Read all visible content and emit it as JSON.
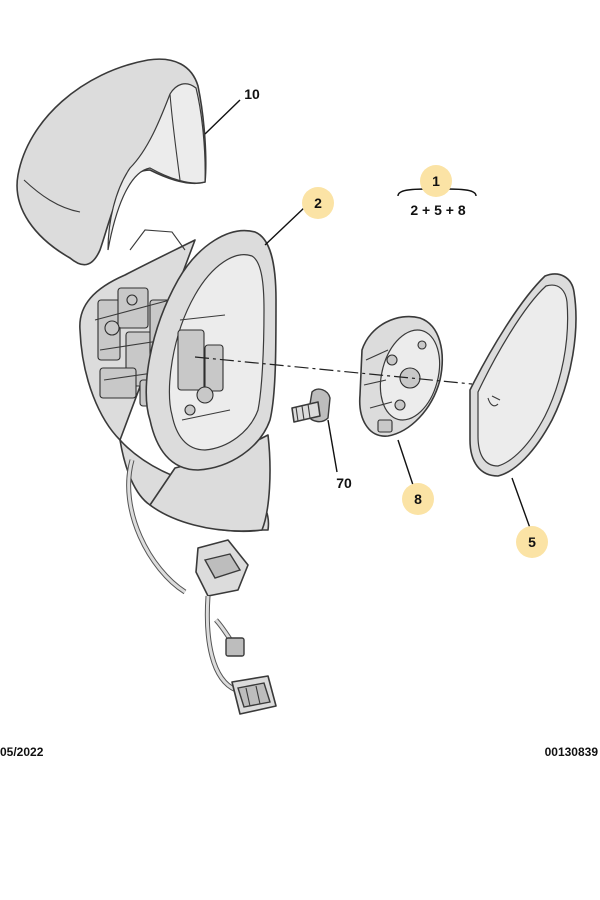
{
  "callouts": {
    "c10": "10",
    "c1": "1",
    "c2": "2",
    "c70": "70",
    "c8": "8",
    "c5": "5"
  },
  "kit_formula": "2 + 5 + 8",
  "footer": {
    "date": "05/2022",
    "code": "00130839"
  },
  "colors": {
    "callout_highlight": "#fbe3a5"
  }
}
